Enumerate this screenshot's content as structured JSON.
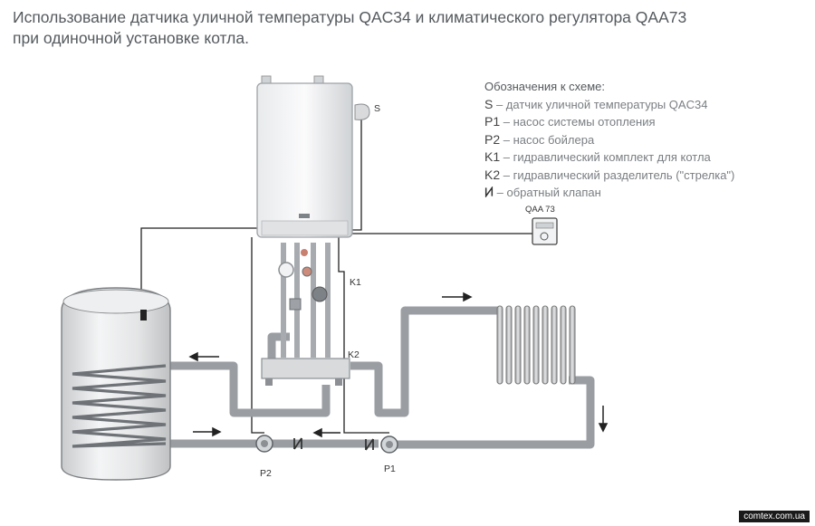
{
  "title": {
    "line1": "Использование датчика уличной температуры QAC34 и климатического регулятора QAA73",
    "line2": "при одиночной установке котла."
  },
  "legend": {
    "heading": "Обозначения к схеме:",
    "items": [
      {
        "key": "S",
        "text": "– датчик уличной температуры QAC34"
      },
      {
        "key": "P1",
        "text": "– насос системы отопления"
      },
      {
        "key": "P2",
        "text": "– насос бойлера"
      },
      {
        "key": "K1",
        "text": "– гидравлический комплект для котла"
      },
      {
        "key": "K2",
        "text": "– гидравлический разделитель (\"стрелка\")"
      },
      {
        "key": "",
        "text": "– обратный клапан"
      }
    ]
  },
  "labels": {
    "s": "S",
    "k1": "K1",
    "k2": "K2",
    "p1": "P1",
    "p2": "P2",
    "qaa": "QAA 73"
  },
  "watermark": "comtex.com.ua"
}
